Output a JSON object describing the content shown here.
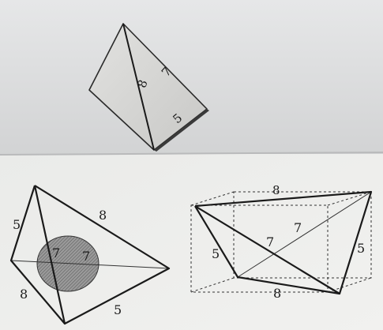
{
  "photo": {
    "labels": {
      "card_edge_diagonal": "8",
      "card_edge_upper": "7",
      "card_edge_lower": "5",
      "tetra_left_edge": "5",
      "tetra_top_right_edge": "8",
      "tetra_bottom_left_edge": "8",
      "tetra_bottom_right_edge": "5",
      "tetra_inner_left": "7",
      "tetra_inner_right": "7",
      "box_top_edge": "8",
      "box_inner_diagonal": "7",
      "box_center": "7",
      "box_left_edge": "5",
      "box_right_edge": "5",
      "box_bottom_edge": "8"
    },
    "colors": {
      "background_top": "#d9dadb",
      "background_bottom": "#eeeeec",
      "card_fill": "#d4d4d2",
      "line": "#1a1a1a",
      "hatch_fill": "#8d8d8d"
    }
  }
}
